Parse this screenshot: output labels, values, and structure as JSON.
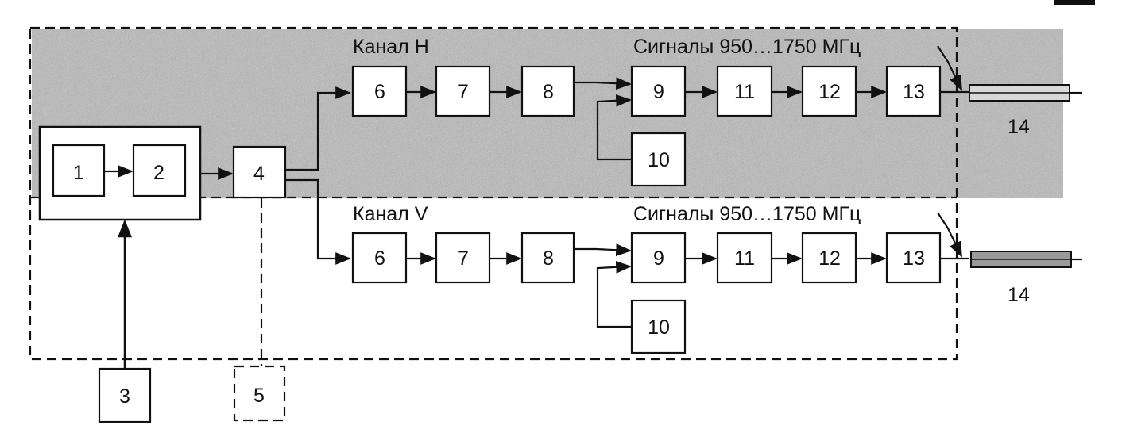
{
  "diagram": {
    "channel_h": {
      "label": "Канал H",
      "signal_label": "Сигналы 950…1750 МГц",
      "blocks": [
        "6",
        "7",
        "8",
        "9",
        "10",
        "11",
        "12",
        "13"
      ],
      "cable_label": "14"
    },
    "channel_v": {
      "label": "Канал V",
      "signal_label": "Сигналы 950…1750 МГц",
      "blocks": [
        "6",
        "7",
        "8",
        "9",
        "10",
        "11",
        "12",
        "13"
      ],
      "cable_label": "14"
    },
    "source_blocks": [
      "1",
      "2"
    ],
    "splitter_block": "4",
    "input_block": "3",
    "optional_block": "5"
  },
  "colors": {
    "ink": "#111111",
    "noise_band": "#b4b4b4",
    "cable_fill": "#d0d0d0",
    "cable_fill_v": "#9a9a9a",
    "background": "#ffffff"
  }
}
